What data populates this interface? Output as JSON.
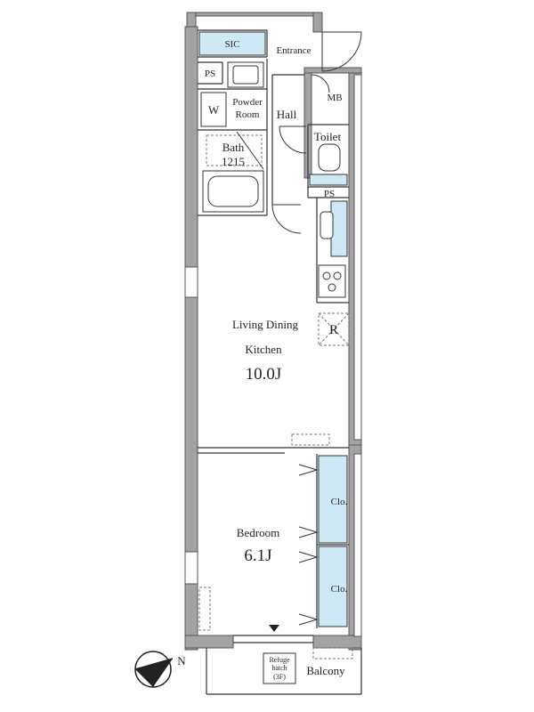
{
  "colors": {
    "wall": "#a3a3a3",
    "wall_edge": "#555555",
    "line": "#333333",
    "storage_fill": "#cfe8f5",
    "dash": "#777777"
  },
  "rooms": {
    "sic": "SIC",
    "entrance": "Entrance",
    "ps_top": "PS",
    "mb": "MB",
    "w": "W",
    "powder_line1": "Powder",
    "powder_line2": "Room",
    "hall": "Hall",
    "toilet": "Toilet",
    "bath_line1": "Bath",
    "bath_line2": "1215",
    "ps_mid": "PS",
    "ldk_line1": "Living Dining",
    "ldk_line2": "Kitchen",
    "ldk_size": "10.0J",
    "refrigerator": "R",
    "bedroom": "Bedroom",
    "bedroom_size": "6.1J",
    "closet1": "Clo.",
    "closet2": "Clo.",
    "balcony": "Balcony",
    "refuge_line1": "Refuge",
    "refuge_line2": "hatch",
    "refuge_line3": "(3F)"
  },
  "compass": {
    "label": "N",
    "icon": "north-arrow-icon"
  }
}
